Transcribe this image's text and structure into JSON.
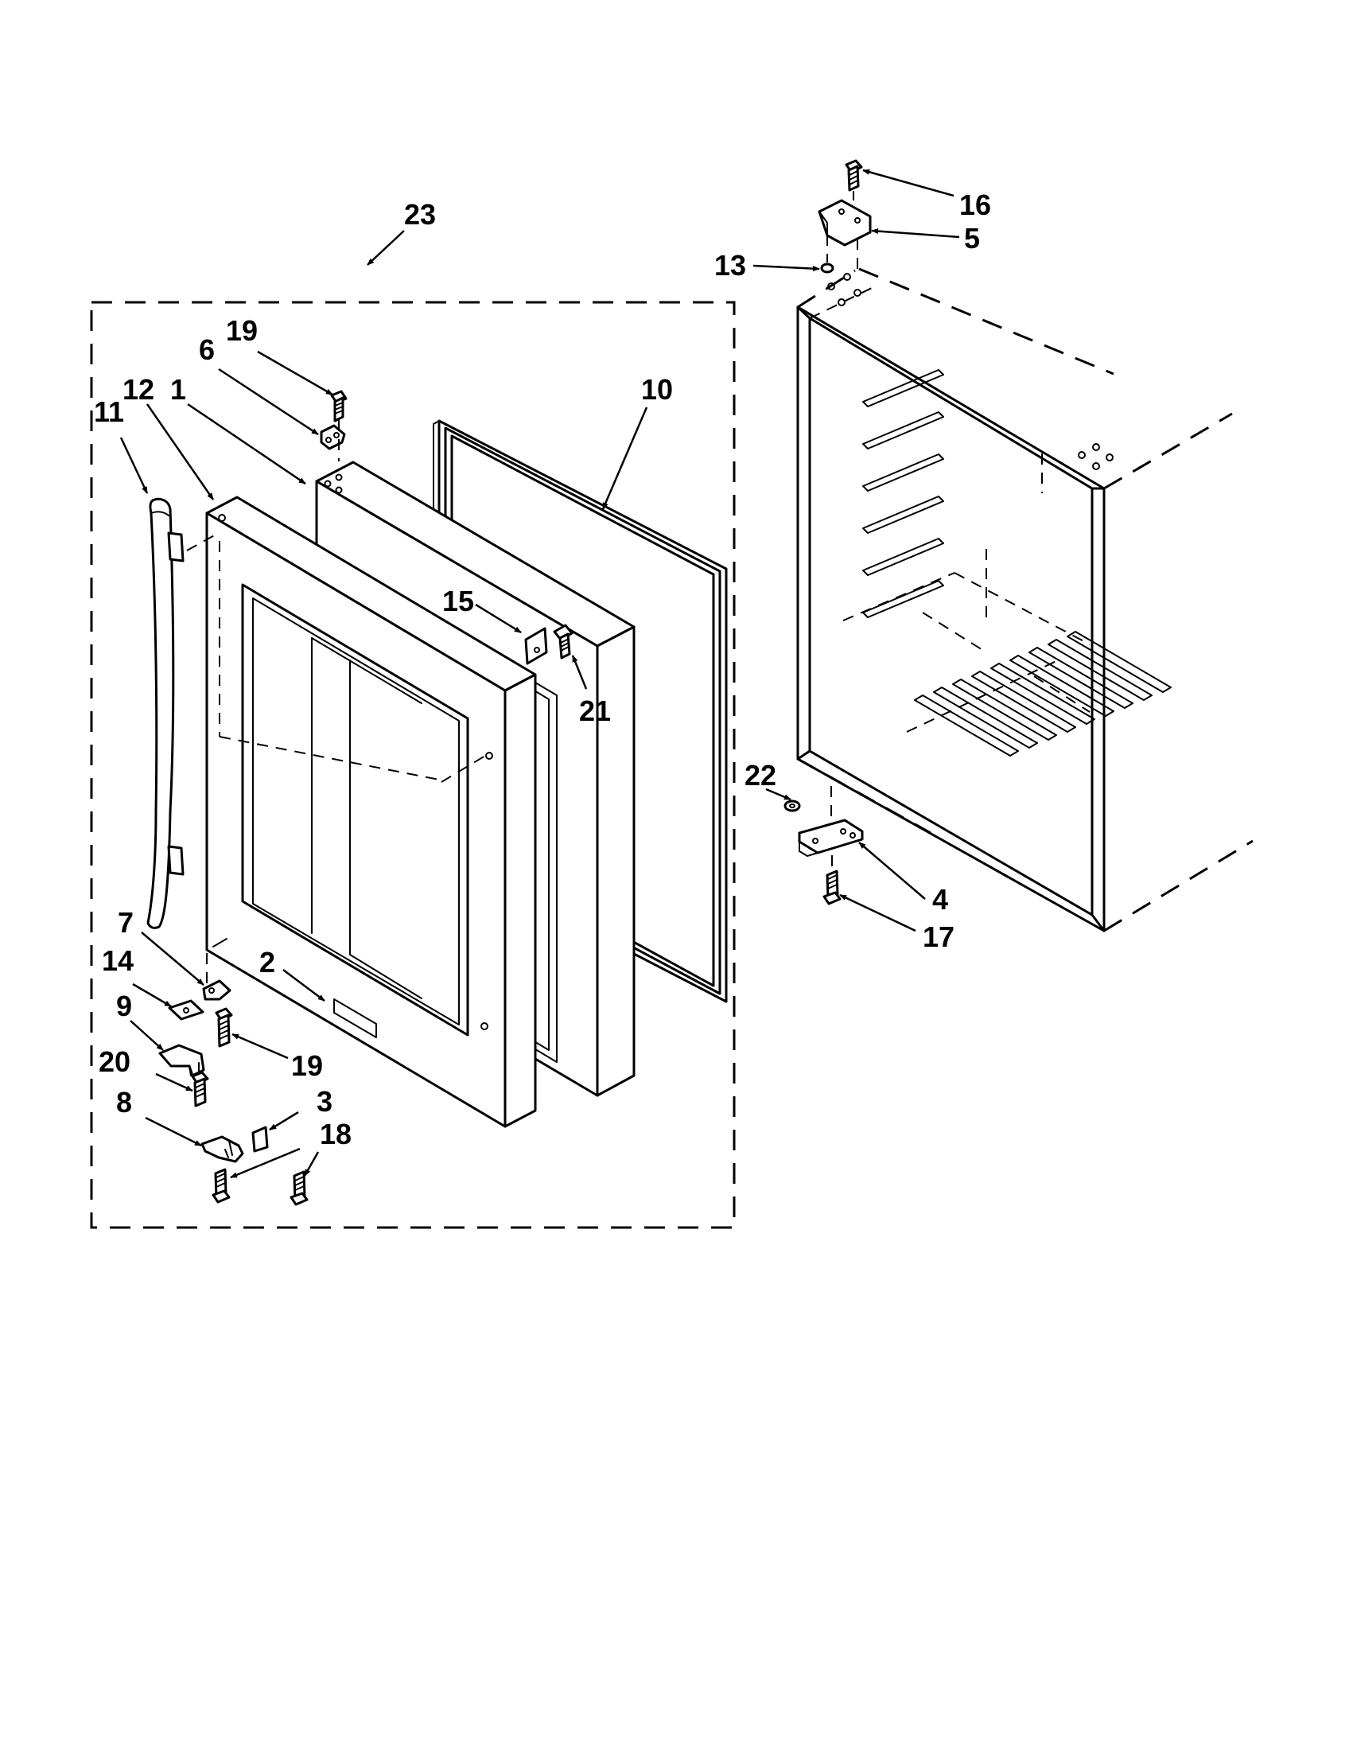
{
  "diagram": {
    "labels": {
      "l23": "23",
      "l16": "16",
      "l5": "5",
      "l13": "13",
      "l19a": "19",
      "l6": "6",
      "l12": "12",
      "l1": "1",
      "l11": "11",
      "l10": "10",
      "l15": "15",
      "l21": "21",
      "l22": "22",
      "l4": "4",
      "l17": "17",
      "l7": "7",
      "l14": "14",
      "l2": "2",
      "l9": "9",
      "l19b": "19",
      "l20": "20",
      "l3": "3",
      "l8": "8",
      "l18": "18"
    }
  }
}
